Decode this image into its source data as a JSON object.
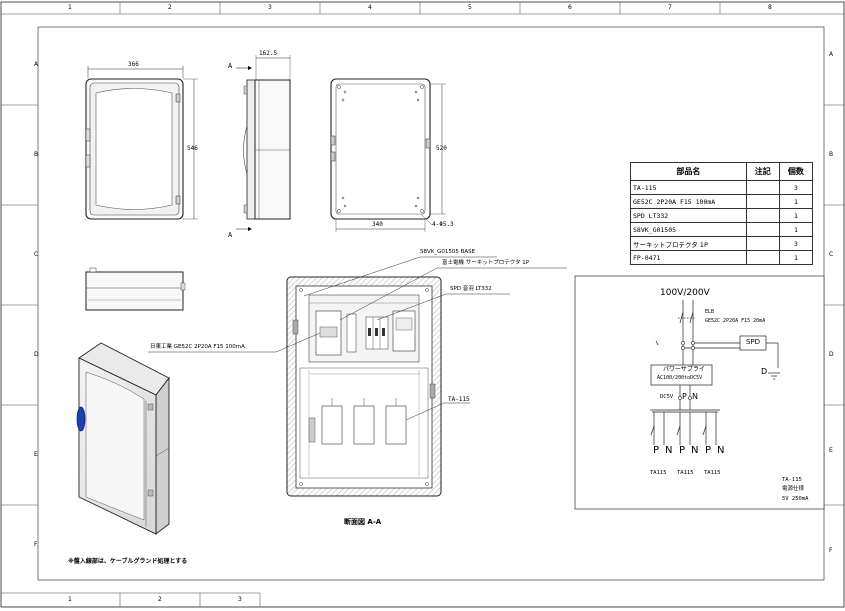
{
  "rulers": {
    "top": [
      "1",
      "2",
      "3",
      "4",
      "5",
      "6",
      "7",
      "8"
    ],
    "bottom": [
      "1",
      "2",
      "3"
    ],
    "left": [
      "A",
      "B",
      "C",
      "D",
      "E",
      "F"
    ],
    "right": [
      "A",
      "B",
      "C",
      "D",
      "E",
      "F"
    ]
  },
  "front_view": {
    "width": "366",
    "height": "546"
  },
  "side_view": {
    "depth": "162.5",
    "section_mark_top": "A",
    "section_mark_bottom": "A"
  },
  "back_view": {
    "width": "340",
    "height": "520",
    "holes": "4-Φ5.3"
  },
  "section": {
    "callouts": {
      "base": "S8VK_G01505 BASE",
      "protector": "富士電機 サーキットプロテクタ 1P",
      "spd": "SPD 音羽 LT332",
      "breaker": "日東工業 GE52C 2P20A F15 100mA",
      "ta": "TA-115"
    },
    "caption": "断面図 A-A"
  },
  "bom": {
    "headers": [
      "部品名",
      "注記",
      "個数"
    ],
    "rows": [
      {
        "name": "TA-115",
        "note": "",
        "qty": "3"
      },
      {
        "name": "GE52C 2P20A F15 100mA",
        "note": "",
        "qty": "1"
      },
      {
        "name": "SPD LT332",
        "note": "",
        "qty": "1"
      },
      {
        "name": "S8VK_G01505",
        "note": "",
        "qty": "1"
      },
      {
        "name": "サーキットプロテクタ 1P",
        "note": "",
        "qty": "3"
      },
      {
        "name": "FP-0471",
        "note": "",
        "qty": "1"
      }
    ]
  },
  "schematic": {
    "supply": "100V/200V",
    "elb": "ELB",
    "elb_spec": "GE52C 2P20A F15 20mA",
    "spd": "SPD",
    "ground": "D",
    "psu_title": "パワーサプライ",
    "psu_spec": "AC100/200toDC5V",
    "dc_label": "DC5V",
    "p": "P",
    "n": "N",
    "outputs": [
      "TA115",
      "TA115",
      "TA115"
    ],
    "spec_title": "TA-115",
    "spec_sub": "電源仕様",
    "spec_value": "5V  250mA"
  },
  "note": "※盤入線部は、ケーブルグランド処理とする"
}
